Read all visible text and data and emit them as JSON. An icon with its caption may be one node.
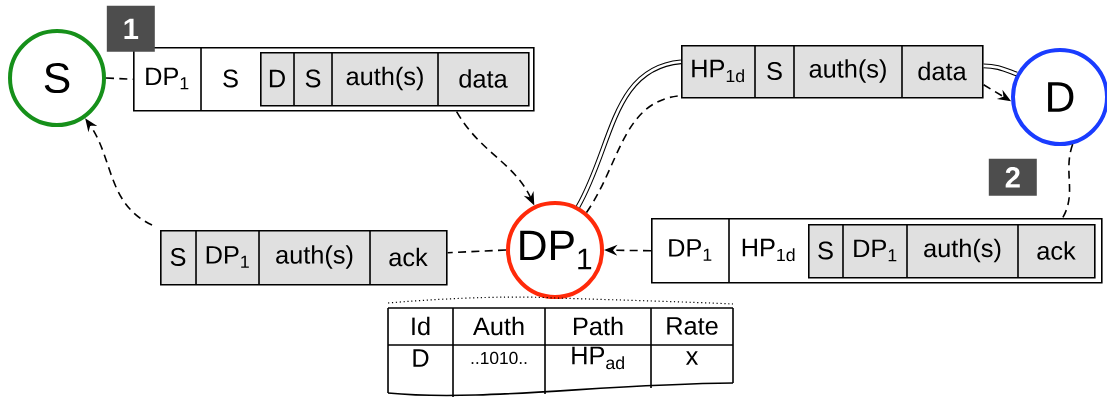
{
  "diagram": {
    "nodes": [
      {
        "text": [
          "S"
        ]
      },
      {
        "text": [
          "D"
        ]
      },
      {
        "text": [
          "DP$_{1}$"
        ]
      },
      {
        "text": [
          "DP$_{1}$",
          "S"
        ]
      },
      {
        "text": [
          "D",
          "S",
          "auth(s)",
          "data"
        ],
        "in": 3
      },
      {
        "text": [
          "HP$_{1d}$",
          "S",
          "auth(s)",
          "data"
        ]
      },
      {
        "text": [
          "DP$_{1}$",
          "HP$_{1d}$"
        ]
      },
      {
        "text": [
          "S",
          "DP$_{1}$",
          "auth(s)",
          "ack"
        ],
        "in": 6
      },
      {
        "text": [
          "S",
          "DP$_{1}$",
          "auth(s)",
          "ack"
        ]
      },
      {
        "text": [
          "1"
        ]
      },
      {
        "text": [
          "2"
        ]
      }
    ],
    "edges": [
      {
        "from": 0,
        "to": 3,
        "arrow": "none",
        "style": "dashed"
      },
      {
        "from": 3,
        "to": 2,
        "arrow": "to",
        "style": "dashed"
      },
      {
        "from": 2,
        "to": 5,
        "arrow": "none",
        "style": "thick"
      },
      {
        "from": 2,
        "to": 5,
        "arrow": "none",
        "style": "dashed"
      },
      {
        "from": 5,
        "to": 1,
        "arrow": "none",
        "style": "thick"
      },
      {
        "from": 5,
        "to": 1,
        "arrow": "to",
        "style": "dashed"
      },
      {
        "from": 1,
        "to": 6,
        "arrow": "none",
        "style": "dashed"
      },
      {
        "from": 6,
        "to": 2,
        "arrow": "to",
        "style": "dashed"
      },
      {
        "from": 2,
        "to": 8,
        "arrow": "none",
        "style": "dashed"
      },
      {
        "from": 8,
        "to": 0,
        "arrow": "to",
        "style": "dashed"
      }
    ],
    "labels": [
      "Id",
      "Auth",
      "Path",
      "Rate",
      "D",
      "..1010..",
      "HP$_{ad}$",
      "x"
    ]
  }
}
